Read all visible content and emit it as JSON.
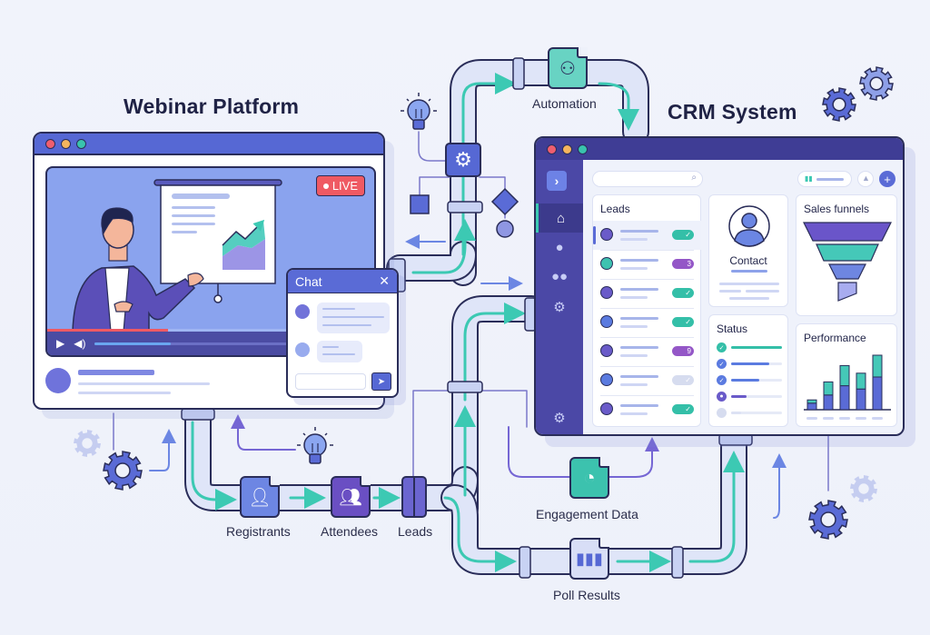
{
  "titles": {
    "webinar": "Webinar Platform",
    "crm": "CRM System"
  },
  "webinar": {
    "live_badge": "LIVE",
    "video_progress_pct": 37,
    "controls": {
      "play_icon": "play-icon",
      "volume_icon": "volume-icon",
      "fullscreen_icon": "fullscreen-icon",
      "playback_pct": 30
    },
    "chat": {
      "title": "Chat",
      "close_icon": "close-icon",
      "send_icon": "send-icon",
      "input_placeholder": ""
    }
  },
  "crm": {
    "search_placeholder": "",
    "sidebar": [
      {
        "icon": "home-icon",
        "active": true
      },
      {
        "icon": "user-icon",
        "active": false
      },
      {
        "icon": "users-icon",
        "active": false
      },
      {
        "icon": "gear-icon",
        "active": false
      },
      {
        "icon": "settings-icon",
        "active": false
      }
    ],
    "leads": {
      "title": "Leads",
      "rows": [
        {
          "avatar_color": "#6a5bc9",
          "badge": "check",
          "badge_color": "#34bfa8",
          "badge_text": "✓"
        },
        {
          "avatar_color": "#3ec2b0",
          "badge": "count",
          "badge_color": "#9457c7",
          "badge_text": "3"
        },
        {
          "avatar_color": "#6a5bc9",
          "badge": "check",
          "badge_color": "#34bfa8",
          "badge_text": "✓"
        },
        {
          "avatar_color": "#5b7be0",
          "badge": "check",
          "badge_color": "#34bfa8",
          "badge_text": "✓"
        },
        {
          "avatar_color": "#6a5bc9",
          "badge": "count",
          "badge_color": "#9457c7",
          "badge_text": "9"
        },
        {
          "avatar_color": "#5b7be0",
          "badge": "check",
          "badge_color": "#d6dcef",
          "badge_text": "✓"
        },
        {
          "avatar_color": "#6a5bc9",
          "badge": "check",
          "badge_color": "#34bfa8",
          "badge_text": "✓"
        }
      ]
    },
    "contact": {
      "title": "Contact"
    },
    "status": {
      "title": "Status",
      "rows": [
        {
          "icon": "check",
          "color": "#34bfa8",
          "pct": 100
        },
        {
          "icon": "check",
          "color": "#5b7be0",
          "pct": 75
        },
        {
          "icon": "check",
          "color": "#5b7be0",
          "pct": 55
        },
        {
          "icon": "user",
          "color": "#6a5bc9",
          "pct": 30
        },
        {
          "icon": "pending",
          "color": "#d6dcef",
          "pct": 20
        }
      ]
    },
    "sales_funnels": {
      "title": "Sales funnels",
      "stages": 4
    },
    "performance": {
      "title": "Performance",
      "bars": [
        {
          "base": 0.12,
          "top": 0.06
        },
        {
          "base": 0.27,
          "top": 0.24
        },
        {
          "base": 0.44,
          "top": 0.37
        },
        {
          "base": 0.38,
          "top": 0.29
        },
        {
          "base": 0.6,
          "top": 0.4
        }
      ]
    }
  },
  "flow": {
    "automation": "Automation",
    "registrants": "Registrants",
    "attendees": "Attendees",
    "leads": "Leads",
    "engagement_data": "Engagement Data",
    "poll_results": "Poll Results"
  },
  "colors": {
    "navy": "#2a2d59",
    "teal": "#3cc9b3",
    "indigo": "#5a6bd6",
    "purple": "#6a5bc9",
    "pipe": "#dfe5f8"
  }
}
